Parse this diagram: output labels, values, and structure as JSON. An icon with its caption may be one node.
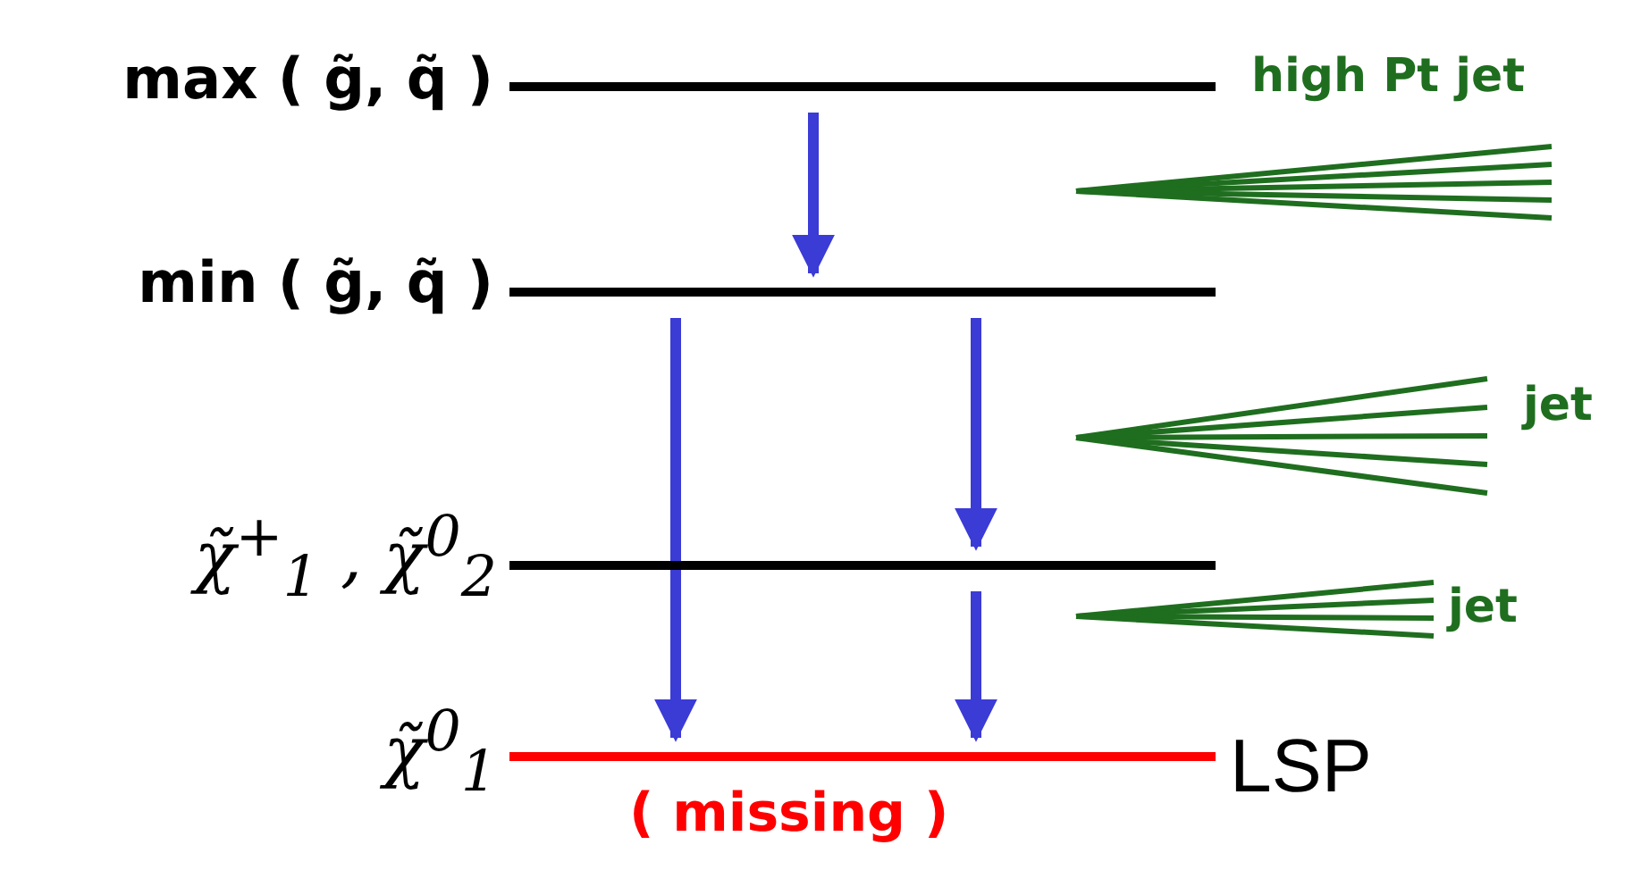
{
  "diagram": {
    "nodes": [
      {
        "text": [],
        "shape": "bar",
        "beside": [
          "max ( g̃, q̃ )"
        ]
      },
      {
        "text": [],
        "shape": "bar",
        "beside": [
          "min ( g̃, q̃ )"
        ]
      },
      {
        "text": [],
        "shape": "bar",
        "beside": [
          "χ̃$^{+}$$_{1}$ , χ̃$^{0}$$_{2}$"
        ]
      },
      {
        "text": [],
        "shape": "bar",
        "beside": [
          "χ̃$^{0}$$_{1}$",
          "LSP",
          "( missing )"
        ]
      }
    ],
    "edges": [
      {
        "from": 0,
        "to": 1,
        "arrow": "to"
      },
      {
        "from": 1,
        "to": 3,
        "arrow": "to"
      },
      {
        "from": 1,
        "to": 2,
        "arrow": "to"
      },
      {
        "from": 2,
        "to": 3,
        "arrow": "to"
      }
    ],
    "labels": [
      "high Pt jet",
      "jet",
      "jet"
    ]
  }
}
